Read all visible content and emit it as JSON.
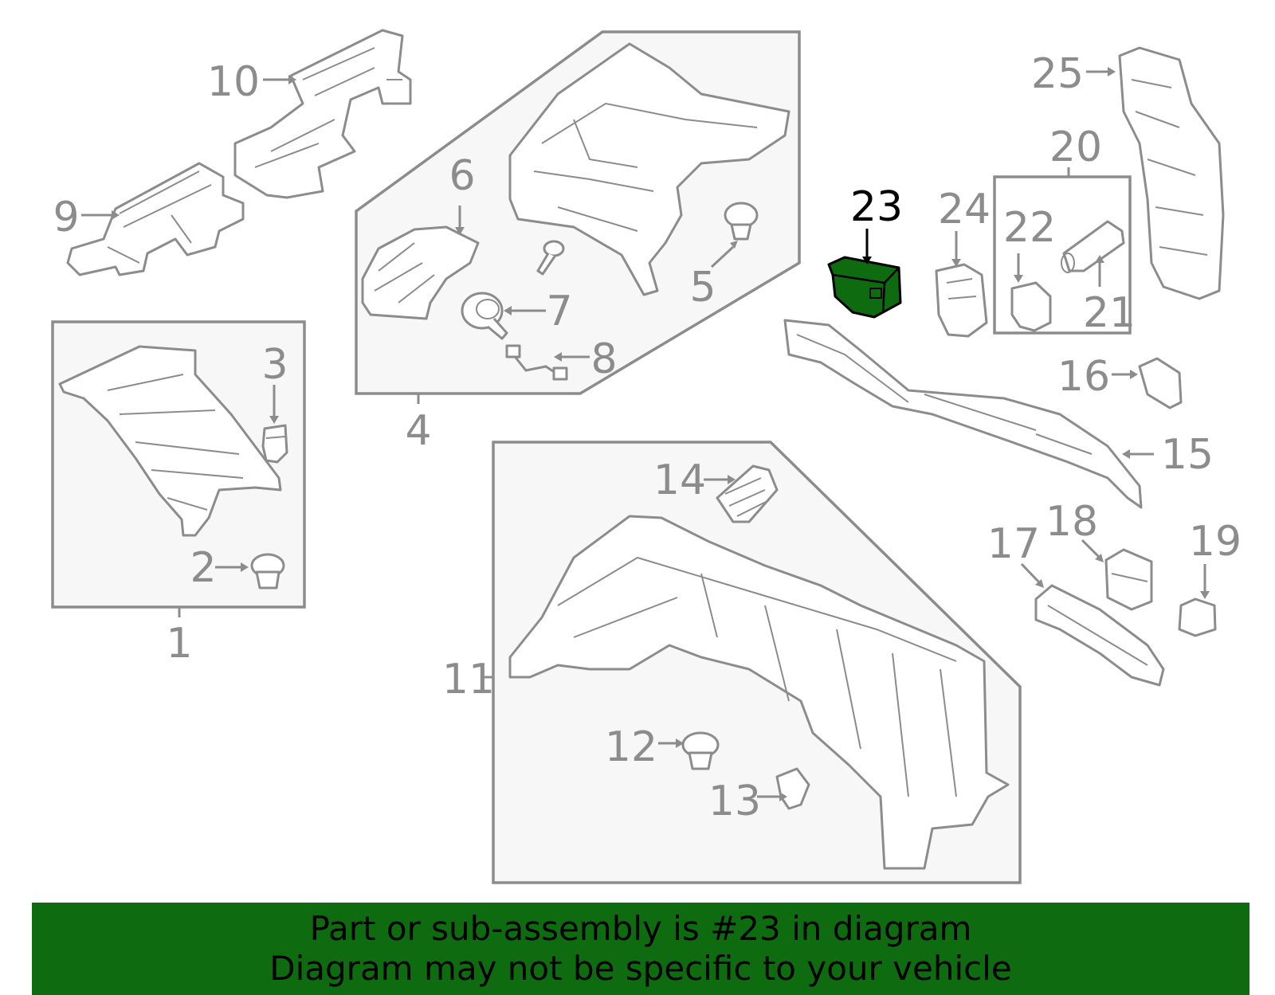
{
  "callouts": {
    "c1": "1",
    "c2": "2",
    "c3": "3",
    "c4": "4",
    "c5": "5",
    "c6": "6",
    "c7": "7",
    "c8": "8",
    "c9": "9",
    "c10": "10",
    "c11": "11",
    "c12": "12",
    "c13": "13",
    "c14": "14",
    "c15": "15",
    "c16": "16",
    "c17": "17",
    "c18": "18",
    "c19": "19",
    "c20": "20",
    "c21": "21",
    "c22": "22",
    "c23": "23",
    "c24": "24",
    "c25": "25"
  },
  "highlight": {
    "part": "23",
    "color": "#0f6b0f"
  },
  "banner": {
    "line1": "Part or sub-assembly is #23 in diagram",
    "line2": "Diagram may not be specific to your vehicle"
  },
  "colors": {
    "lineart": "#8c8c8c",
    "box_fill": "#f7f7f7",
    "banner": "#0f6b0f"
  }
}
